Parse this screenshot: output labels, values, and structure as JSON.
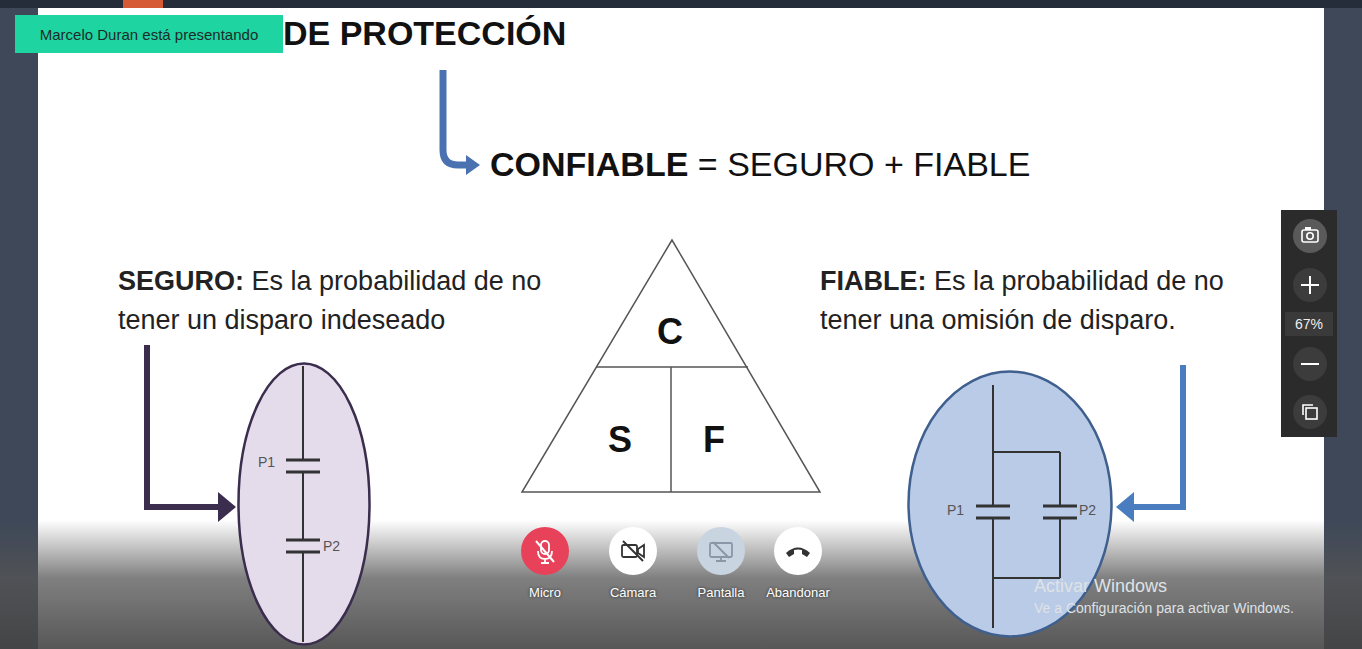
{
  "diagram": {
    "title": "DE PROTECCIÓN",
    "nodes": [
      {
        "text": [
          "Marcelo Duran está presentando"
        ]
      },
      {
        "text": [
          "C"
        ]
      },
      {
        "text": [
          "S"
        ]
      },
      {
        "text": [
          "F"
        ]
      },
      {
        "text": [
          "67%"
        ]
      },
      {
        "text": [
          "P1",
          "P2"
        ]
      },
      {
        "text": [
          "P1",
          "P2"
        ]
      },
      {
        "text": [
          "Micro"
        ]
      },
      {
        "text": [
          "Cámara"
        ]
      },
      {
        "text": [
          "Pantalla"
        ]
      },
      {
        "text": [
          "Abandonar"
        ]
      }
    ],
    "labels": [
      "CONFIABLE",
      "= SEGURO + FIABLE",
      "SEGURO:",
      "Es la probabilidad de no tener un disparo indeseado",
      "FIABLE:",
      "Es la probabilidad de no tener una omisión de disparo.",
      "Activar Windows",
      "Ve a Configuración para activar Windows."
    ]
  }
}
